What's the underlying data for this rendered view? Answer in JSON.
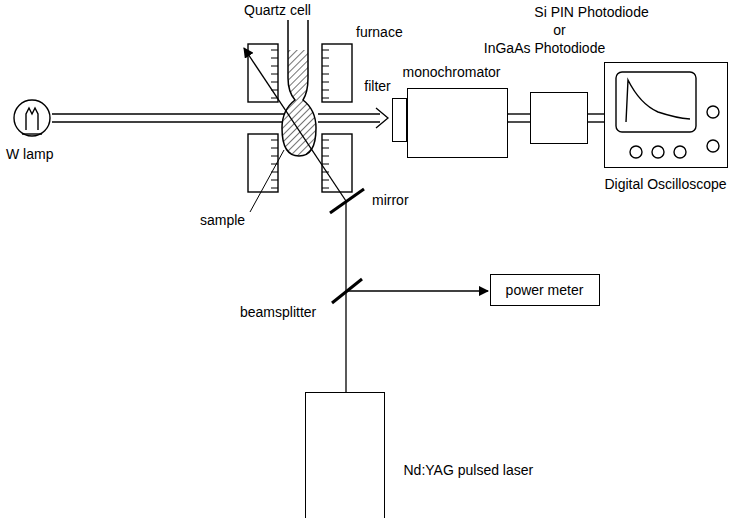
{
  "diagram": {
    "nodes": [
      {
        "text": [
          "monochromator"
        ]
      },
      {
        "text": [
          "filter"
        ]
      },
      {
        "text": [
          "Si PIN Photodiode",
          "or",
          "InGaAs Photodiode"
        ]
      },
      {
        "text": [
          "Digital Oscilloscope"
        ]
      },
      {
        "text": [
          "power meter"
        ]
      },
      {
        "text": [
          "Nd:YAG pulsed laser"
        ]
      }
    ],
    "edges": [
      {
        "from": 0,
        "to": 2,
        "arrow": "none"
      },
      {
        "from": 2,
        "to": 3,
        "arrow": "none"
      }
    ],
    "labels": [
      "Quartz cell",
      "furnace",
      "W lamp",
      "sample",
      "mirror",
      "beamsplitter"
    ]
  }
}
